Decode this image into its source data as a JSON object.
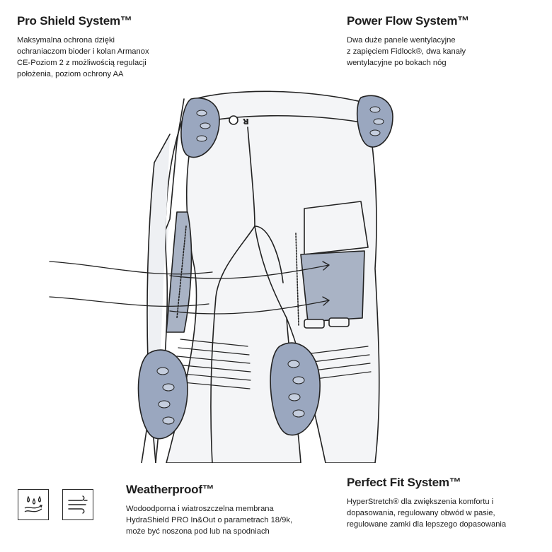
{
  "pro_shield": {
    "title": "Pro Shield System™",
    "lines": [
      "Maksymalna ochrona dzięki",
      "ochraniaczom bioder i kolan Armanox",
      "CE-Poziom 2 z możliwością regulacji",
      "położenia, poziom ochrony AA"
    ]
  },
  "power_flow": {
    "title": "Power Flow System™",
    "lines": [
      "Dwa duże panele wentylacyjne",
      "z zapięciem Fidlock®, dwa kanały",
      "wentylacyjne po bokach nóg"
    ]
  },
  "weatherproof": {
    "title": "Weatherproof™",
    "lines": [
      "Wodoodporna i wiatroszczelna membrana",
      "HydraShield PRO In&Out o parametrach 18/9k,",
      "może być noszona pod lub na spodniach"
    ],
    "icons": [
      "rain-drops-icon",
      "wind-icon"
    ]
  },
  "perfect_fit": {
    "title": "Perfect Fit System™",
    "lines": [
      "HyperStretch® dla zwiększenia komfortu i",
      "dopasowania, regulowany obwód w pasie,",
      "regulowane zamki dla lepszego dopasowania"
    ]
  },
  "colors": {
    "armor": "#9aa7bf",
    "mesh": "#a9b3c5",
    "outline": "#222222",
    "pants": "#f4f5f7"
  }
}
